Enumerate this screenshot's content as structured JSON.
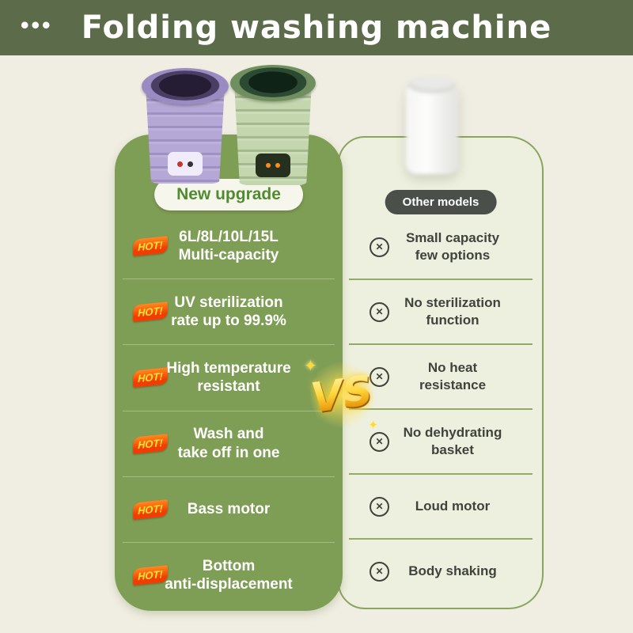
{
  "header": {
    "title": "Folding washing machine",
    "dots": "•••"
  },
  "left_card": {
    "badge": "New upgrade",
    "hot_label": "HOT!",
    "rows": [
      {
        "text": "6L/8L/10L/15L\nMulti-capacity"
      },
      {
        "text": "UV sterilization\nrate up to 99.9%"
      },
      {
        "text": "High temperature\nresistant"
      },
      {
        "text": "Wash and\ntake off in one"
      },
      {
        "text": "Bass motor"
      },
      {
        "text": "Bottom\nanti-displacement"
      }
    ]
  },
  "right_card": {
    "badge": "Other models",
    "rows": [
      {
        "text": "Small capacity\nfew options"
      },
      {
        "text": "No sterilization\nfunction"
      },
      {
        "text": "No heat\nresistance"
      },
      {
        "text": "No dehydrating\nbasket"
      },
      {
        "text": "Loud motor"
      },
      {
        "text": "Body shaking"
      }
    ]
  },
  "vs_label": "VS",
  "icons": {
    "circle_x": "✕",
    "sparkle": "✦"
  },
  "colors": {
    "background": "#f0eee2",
    "header_green": "#5c6b49",
    "card_green": "#7f9e55",
    "card_light": "#edf0de",
    "card_border": "#8aa55e",
    "pill_light_text": "#4f8c2f",
    "pill_dark_bg": "#4b4f4a",
    "hot_bg": "#f23d02",
    "hot_text": "#ffe432",
    "vs_gold": "#ffd73d",
    "text_dark": "#3f433c"
  }
}
